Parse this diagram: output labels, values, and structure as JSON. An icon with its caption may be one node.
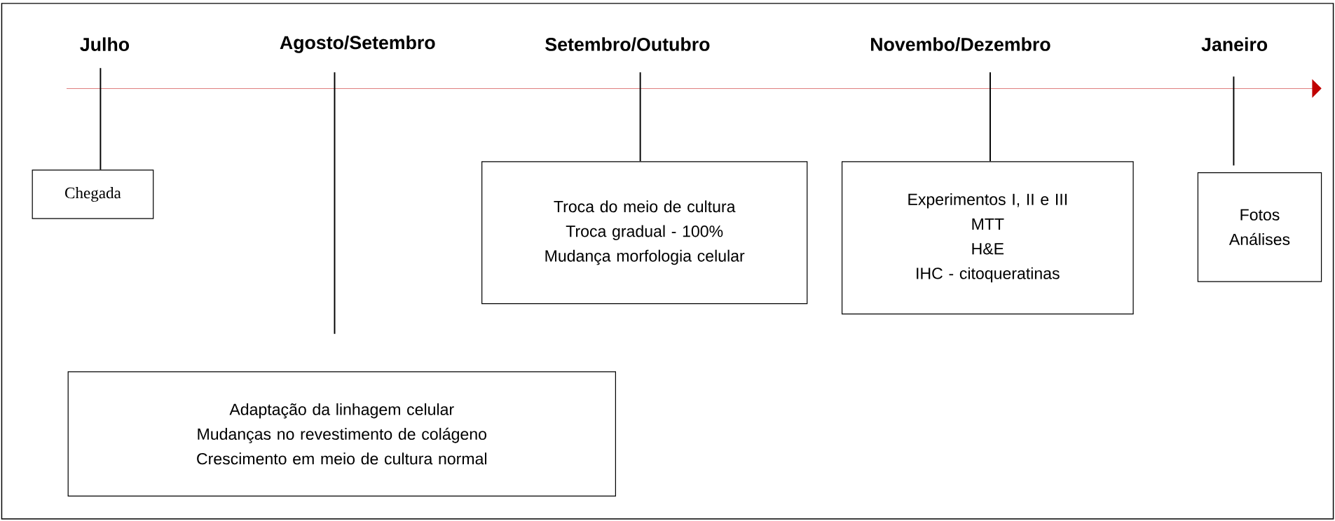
{
  "diagram": {
    "nodes": [
      {
        "text": [],
        "shape": "arrow"
      },
      {
        "text": [
          "Chegada"
        ]
      },
      {
        "text": [
          "Troca do meio de cultura",
          "Troca gradual - 100%",
          "Mudança morfologia celular"
        ]
      },
      {
        "text": [
          "Experimentos I, II e III",
          "MTT",
          "H&E",
          "IHC - citoqueratinas"
        ]
      },
      {
        "text": [
          "Fotos",
          "Análises"
        ]
      },
      {
        "text": [
          "Adaptação da linhagem celular",
          "Mudanças no revestimento de colágeno",
          "Crescimento em meio de cultura normal"
        ]
      }
    ],
    "edges": [
      {
        "from": 0,
        "to": 1,
        "arrow": "none"
      },
      {
        "from": 0,
        "to": 5,
        "arrow": "none"
      },
      {
        "from": 0,
        "to": 2,
        "arrow": "none"
      },
      {
        "from": 0,
        "to": 3,
        "arrow": "none"
      },
      {
        "from": 0,
        "to": 4,
        "arrow": "none"
      }
    ],
    "labels": [
      "Julho",
      "Agosto/Setembro",
      "Setembro/Outubro",
      "Novembo/Dezembro",
      "Janeiro"
    ]
  }
}
